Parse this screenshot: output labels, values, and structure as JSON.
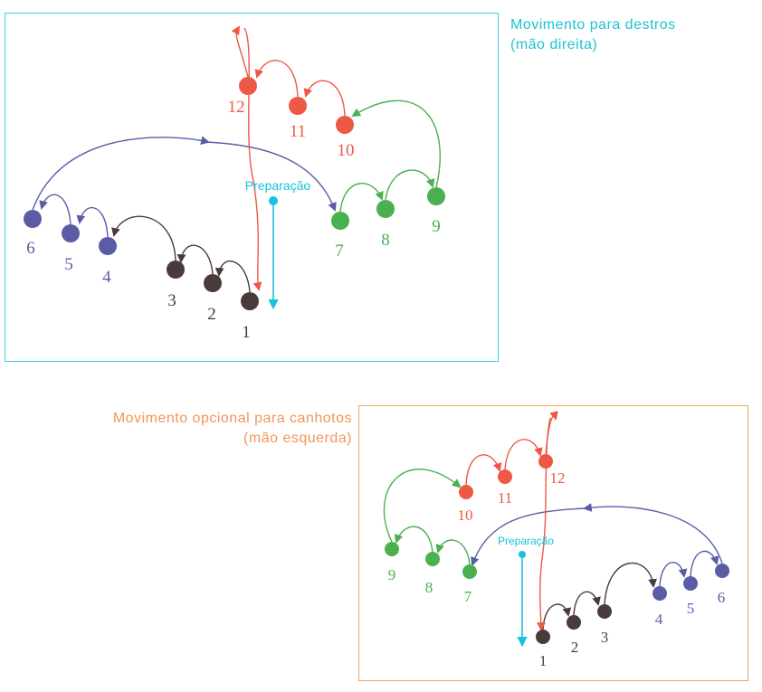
{
  "right_panel": {
    "title_line1": "Movimento para destros",
    "title_line2": "(mão direita)",
    "preparation_label": "Preparação",
    "beat_labels": [
      "1",
      "2",
      "3",
      "4",
      "5",
      "6",
      "7",
      "8",
      "9",
      "10",
      "11",
      "12"
    ]
  },
  "left_panel": {
    "title_line1": "Movimento opcional para canhotos",
    "title_line2": "(mão esquerda)",
    "preparation_label": "Preparação",
    "beat_labels": [
      "1",
      "2",
      "3",
      "4",
      "5",
      "6",
      "7",
      "8",
      "9",
      "10",
      "11",
      "12"
    ]
  },
  "colors": {
    "group_1_3": "#4a3a3c",
    "group_4_6": "#5b5ca6",
    "group_7_9": "#4bb04f",
    "group_10_12": "#ef5845",
    "preparation": "#16c3dd",
    "right_frame": "#3fd0dc",
    "left_frame": "#f2a25e"
  }
}
